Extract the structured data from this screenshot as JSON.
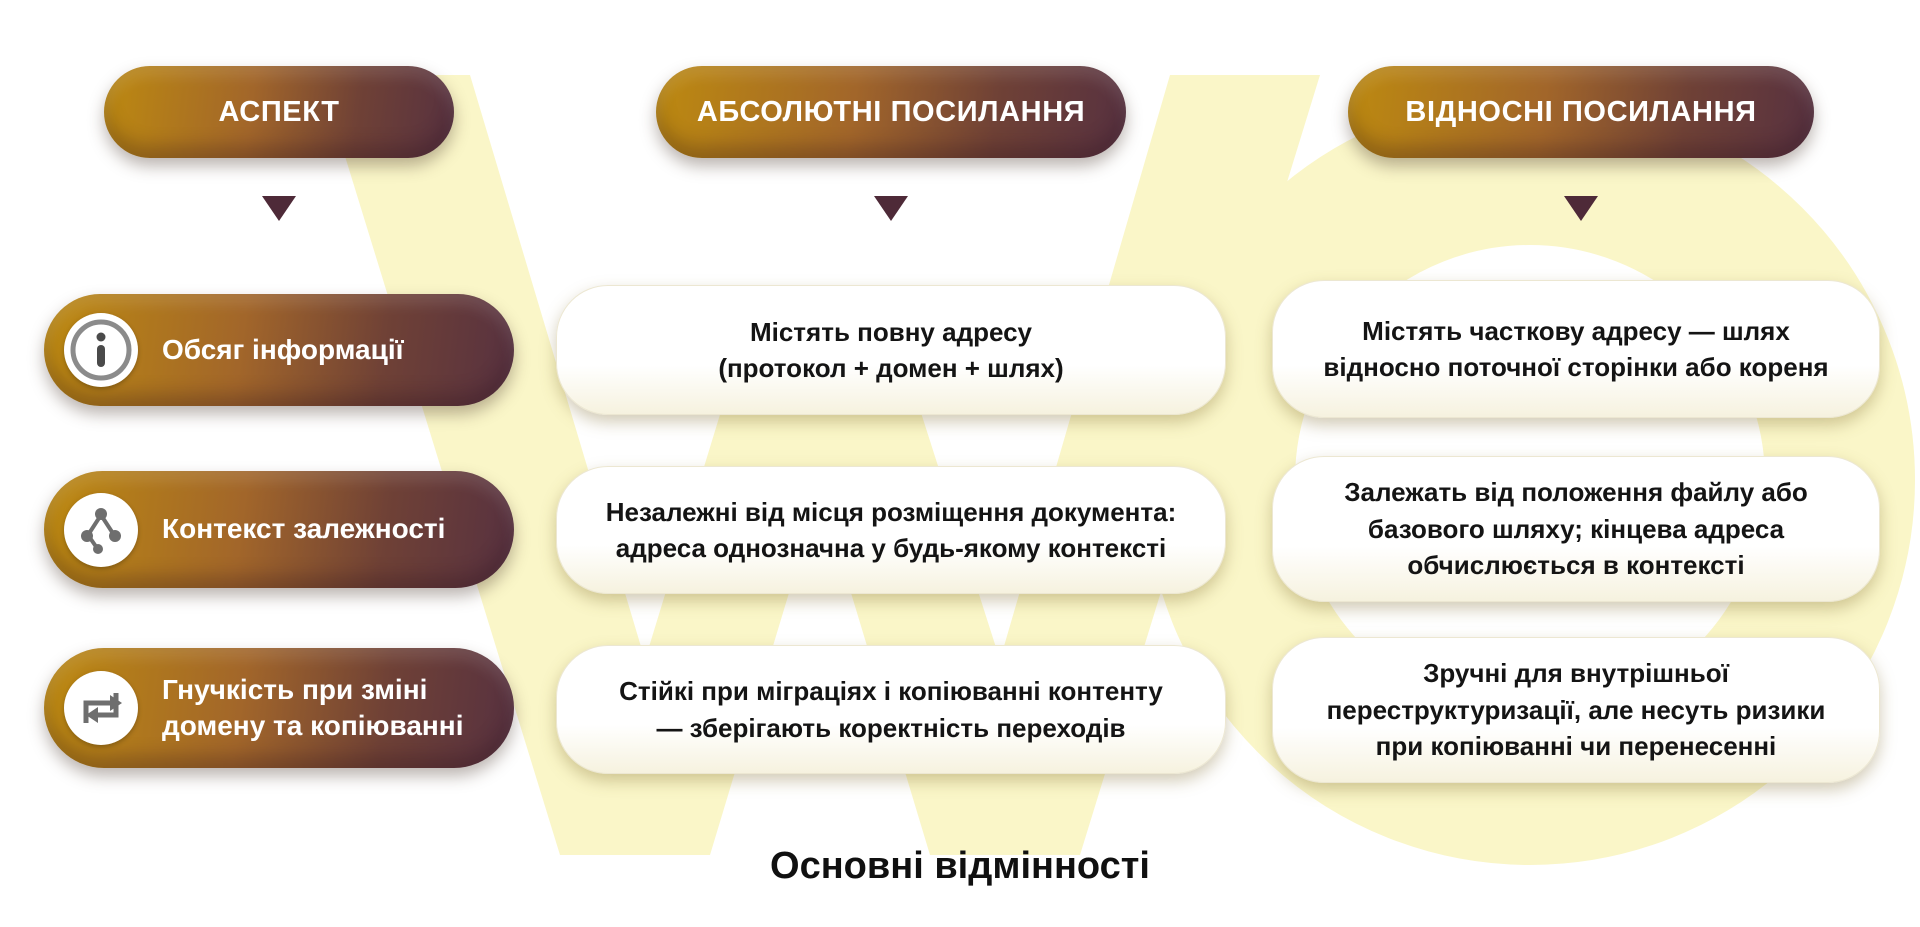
{
  "headers": [
    {
      "label": "АСПЕКТ"
    },
    {
      "label": "АБСОЛЮТНІ ПОСИЛАННЯ"
    },
    {
      "label": "ВІДНОСНІ ПОСИЛАННЯ"
    }
  ],
  "rows": [
    {
      "aspect": {
        "label": "Обсяг інформації",
        "icon": "info-icon"
      },
      "absolute": "Містять повну адресу\n(протокол + домен + шлях)",
      "relative": "Містять часткову адресу — шлях\nвідносно поточної сторінки або кореня"
    },
    {
      "aspect": {
        "label": "Контекст залежності",
        "icon": "network-icon"
      },
      "absolute": "Незалежні від місця розміщення документа:\nадреса однозначна у будь-якому контексті",
      "relative": "Залежать від положення файлу або\nбазового шляху; кінцева адреса\nобчислюється в контексті"
    },
    {
      "aspect": {
        "label": "Гнучкість при зміні\nдомену та копіюванні",
        "icon": "flow-arrows-icon"
      },
      "absolute": "Стійкі при міграціях і копіюванні контенту\n— зберігають коректність переходів",
      "relative": "Зручні для внутрішньої\nпереструктуризації, але несуть ризики\nпри копіюванні чи перенесенні"
    }
  ],
  "footer": {
    "title": "Основні відмінності"
  },
  "colors": {
    "pill_gradient_start": "#bd8a10",
    "pill_gradient_end": "#573140",
    "arrow": "#4e2a38",
    "watermark": "#faf6c8",
    "content_text": "#141414"
  }
}
